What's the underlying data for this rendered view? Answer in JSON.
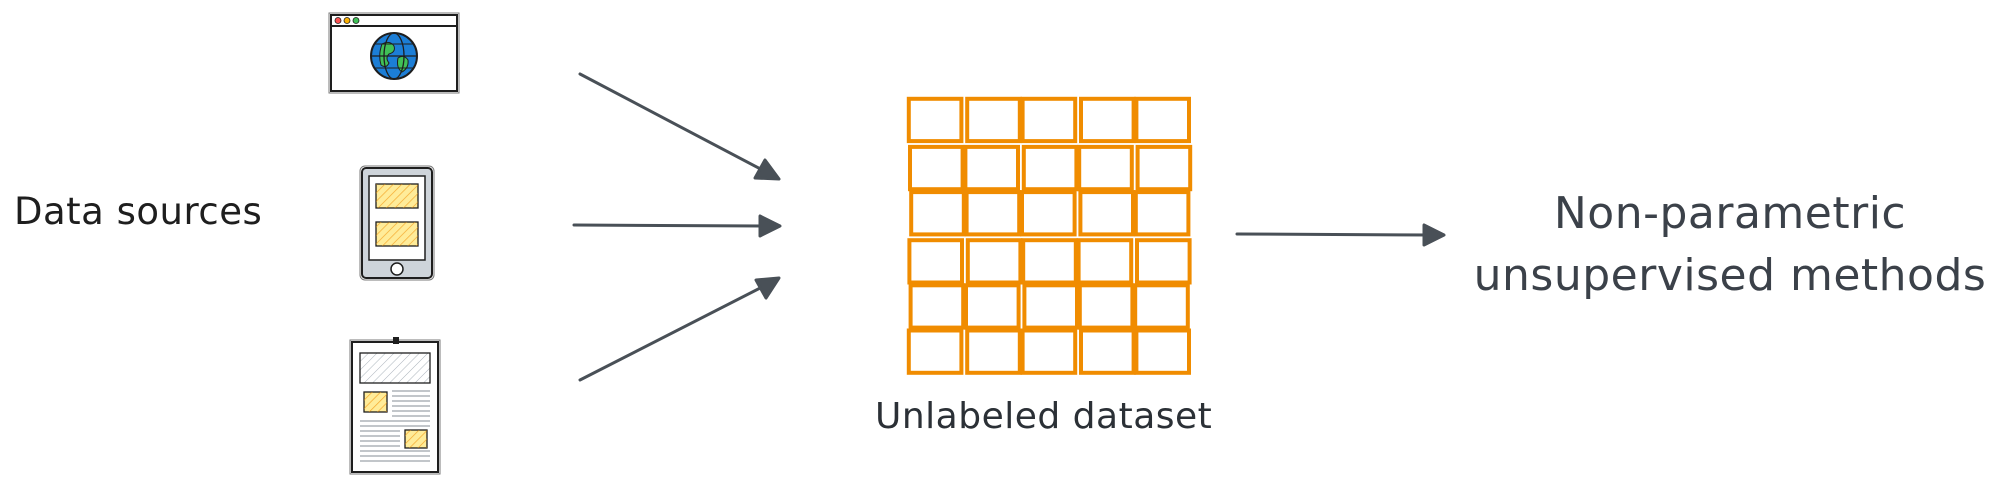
{
  "labels": {
    "sources": "Data sources",
    "dataset": "Unlabeled dataset",
    "methods_line1": "Non-parametric",
    "methods_line2": "unsupervised methods"
  },
  "icons": {
    "browser": "browser-globe-icon",
    "mobile": "mobile-device-icon",
    "document": "document-page-icon"
  },
  "grid": {
    "rows": 6,
    "cols": 5
  },
  "colors": {
    "grid": "#f08c00",
    "fill": "#ffec99",
    "arrow": "#495057",
    "text": "#1e1e1e"
  }
}
